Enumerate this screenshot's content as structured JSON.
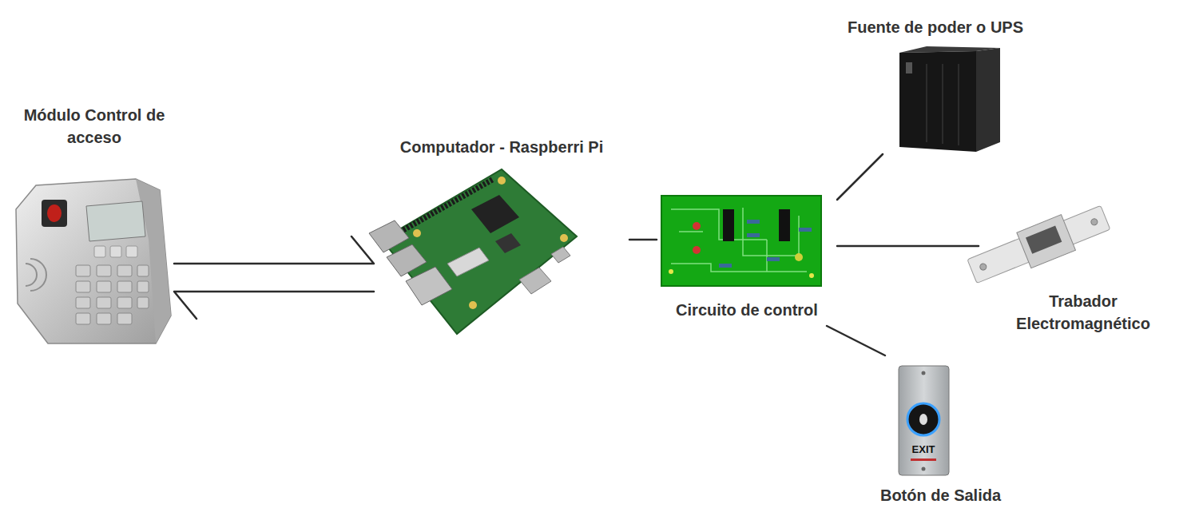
{
  "diagram": {
    "nodes": [
      {
        "text": [
          "Módulo Control de acceso"
        ]
      },
      {
        "text": [
          "Computador - Raspberri Pi"
        ]
      },
      {
        "text": [
          "Circuito de control"
        ]
      },
      {
        "text": [
          "Fuente de poder o UPS"
        ]
      },
      {
        "text": [
          "Trabador Electromagnético"
        ]
      },
      {
        "text": [
          "Botón de Salida"
        ]
      }
    ],
    "edges": [
      {
        "from": 0,
        "to": 1,
        "arrow": "to"
      },
      {
        "from": 1,
        "to": 0,
        "arrow": "to"
      },
      {
        "from": 1,
        "to": 2,
        "arrow": "none"
      },
      {
        "from": 2,
        "to": 3,
        "arrow": "none"
      },
      {
        "from": 2,
        "to": 4,
        "arrow": "none"
      },
      {
        "from": 2,
        "to": 5,
        "arrow": "none"
      }
    ],
    "labels": [
      "EXIT"
    ]
  }
}
